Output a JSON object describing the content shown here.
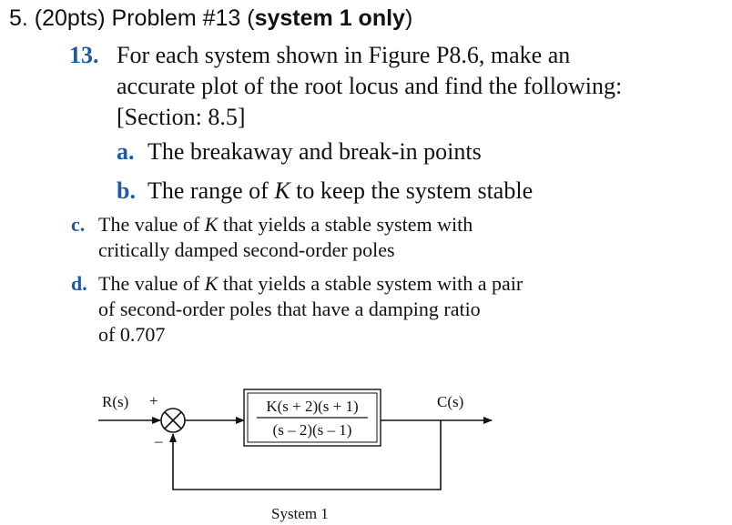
{
  "header": {
    "prefix": "5.  (20pts) Problem #13 (",
    "bold_text": "system 1 only",
    "suffix": ")"
  },
  "problem": {
    "number": "13.",
    "line1": "For each system shown in Figure P8.6, make an",
    "line2": "accurate plot of the root locus and find the following:",
    "line3": "[Section: 8.5]"
  },
  "items": {
    "a": {
      "label": "a.",
      "text": "The breakaway and break-in points"
    },
    "b": {
      "label": "b.",
      "text_pre": "The range of ",
      "var": "K",
      "text_post": " to keep the system stable"
    },
    "c": {
      "label": "c.",
      "line1_pre": "The value of ",
      "var": "K",
      "line1_post": " that yields a stable system with",
      "line2": "critically damped second-order poles"
    },
    "d": {
      "label": "d.",
      "line1_pre": "The value of ",
      "var": "K",
      "line1_post": " that yields a stable system with a pair",
      "line2": "of second-order poles that have a damping ratio",
      "line3": "of 0.707"
    }
  },
  "diagram": {
    "input_label": "R(s)",
    "plus_sign": "+",
    "minus_sign": "–",
    "tf_numerator": "K(s + 2)(s + 1)",
    "tf_denominator": "(s – 2)(s – 1)",
    "output_label": "C(s)",
    "caption": "System 1"
  }
}
